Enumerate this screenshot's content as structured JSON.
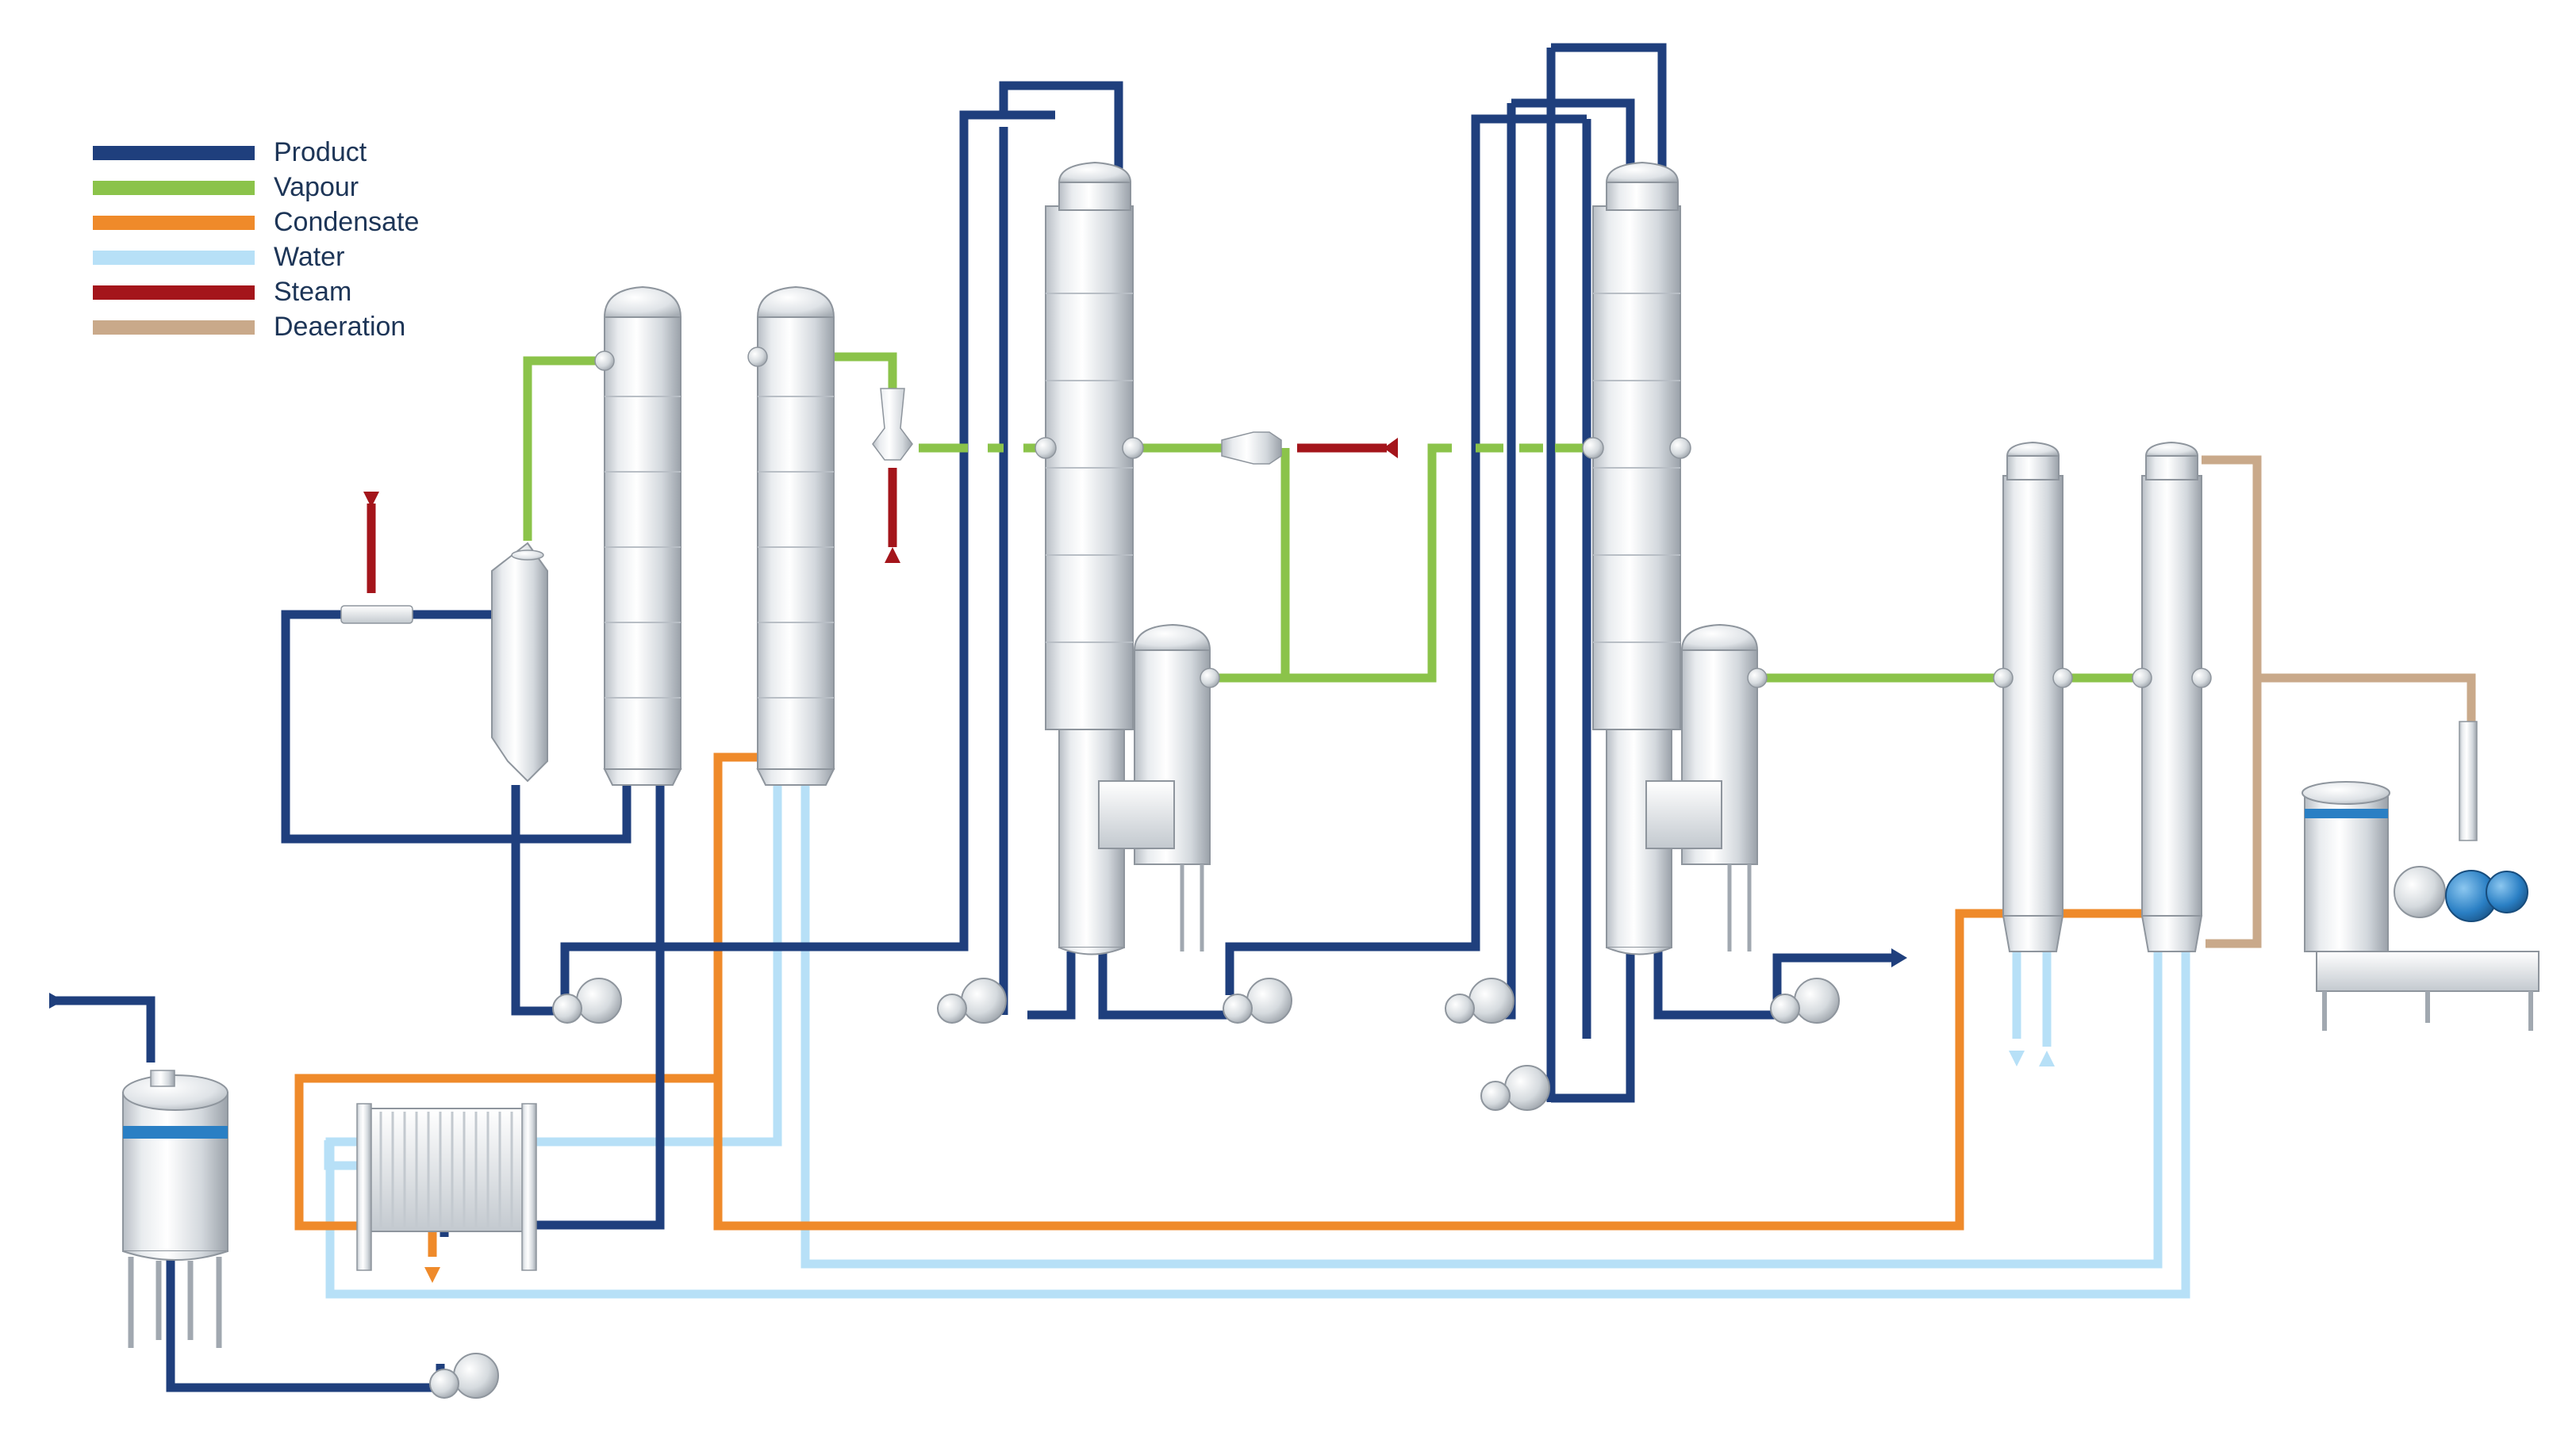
{
  "legend": {
    "items": [
      {
        "key": "product",
        "label": "Product",
        "color": "#1f3f7d"
      },
      {
        "key": "vapour",
        "label": "Vapour",
        "color": "#8bc34a"
      },
      {
        "key": "condensate",
        "label": "Condensate",
        "color": "#ef8a2a"
      },
      {
        "key": "water",
        "label": "Water",
        "color": "#b7e0f7"
      },
      {
        "key": "steam",
        "label": "Steam",
        "color": "#a4151b"
      },
      {
        "key": "deaeration",
        "label": "Deaeration",
        "color": "#c9a98a"
      }
    ]
  },
  "colors": {
    "product": "#1f3f7d",
    "vapour": "#8bc34a",
    "condensate": "#ef8a2a",
    "water": "#b7e0f7",
    "steam": "#a4151b",
    "deaeration": "#c9a98a",
    "steel_light": "#f2f4f6",
    "steel_mid": "#c9ced4",
    "steel_dark": "#8e959d",
    "brand_band": "#2a7fc4"
  }
}
